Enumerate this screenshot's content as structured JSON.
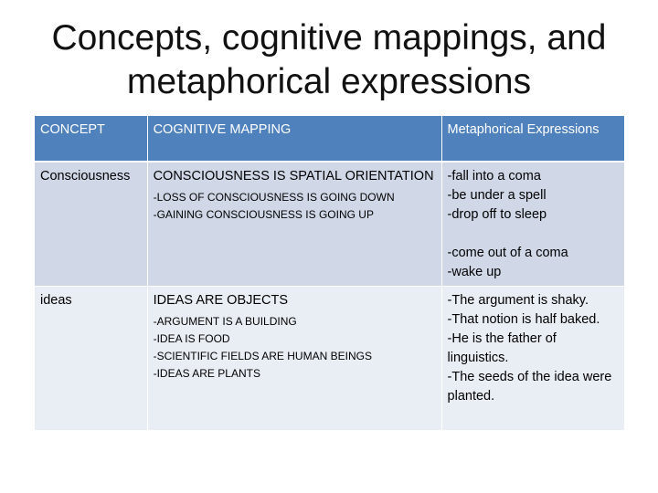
{
  "slide": {
    "title_line1": "Concepts, cognitive mappings, and",
    "title_line2": "metaphorical expressions"
  },
  "table": {
    "headers": [
      "CONCEPT",
      "COGNITIVE MAPPING",
      "Metaphorical Expressions"
    ],
    "rows": [
      {
        "concept": "Consciousness",
        "mapping_main": "CONSCIOUSNESS IS SPATIAL ORIENTATION",
        "mapping_subs": [
          "-LOSS OF CONSCIOUSNESS IS GOING DOWN",
          "-GAINING CONSCIOUSNESS IS GOING UP"
        ],
        "expressions": [
          "-fall into a coma",
          "-be under a spell",
          "-drop off to sleep",
          "",
          "-come out of a coma",
          "-wake up"
        ]
      },
      {
        "concept": "ideas",
        "mapping_main": "IDEAS ARE OBJECTS",
        "mapping_subs": [
          "-ARGUMENT IS A BUILDING",
          "-IDEA IS FOOD",
          "-SCIENTIFIC FIELDS ARE HUMAN BEINGS",
          "-IDEAS ARE PLANTS"
        ],
        "expressions": [
          "-The argument is shaky.",
          "-That notion is half baked.",
          "-He is the father of linguistics.",
          "-The seeds of the idea were planted."
        ]
      }
    ]
  }
}
